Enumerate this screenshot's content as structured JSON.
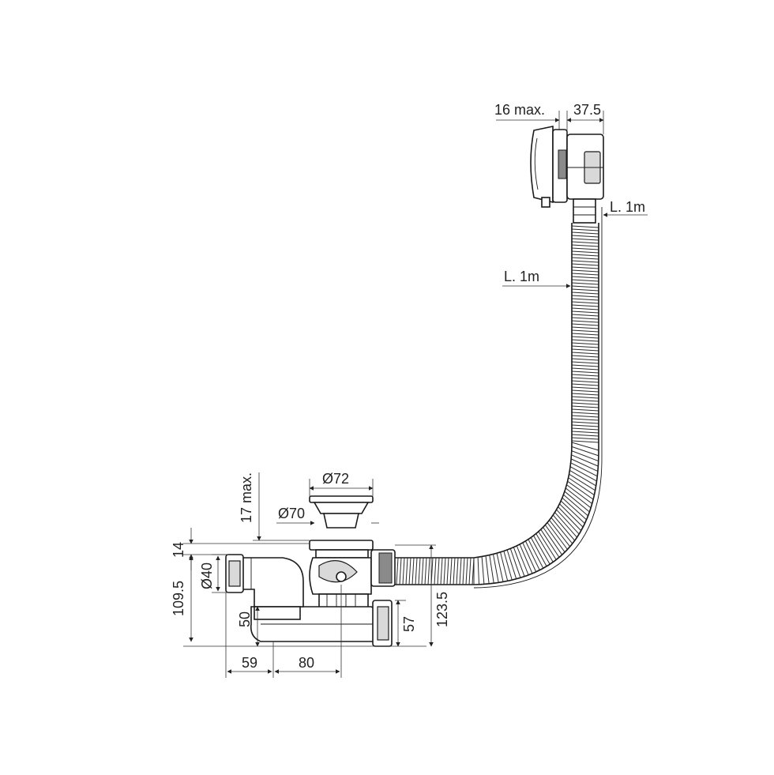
{
  "dimensions": {
    "top_left": "16 max.",
    "top_right": "37.5",
    "cable_top": "L. 1m",
    "cable_mid": "L. 1m",
    "max17": "17 max.",
    "dia72": "Ø72",
    "dia70": "Ø70",
    "h14": "14",
    "dia40": "Ø40",
    "h109": "109.5",
    "h50": "50",
    "w59": "59",
    "w80": "80",
    "h57": "57",
    "h123": "123.5"
  }
}
